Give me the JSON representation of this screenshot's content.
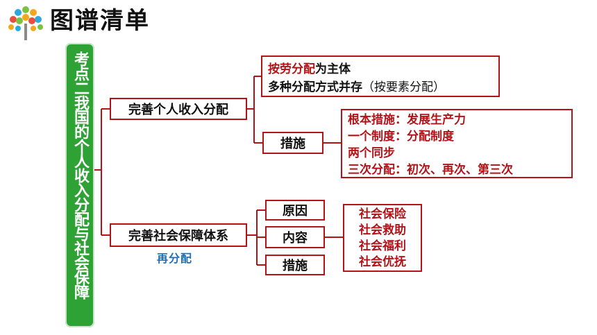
{
  "header": {
    "title": "图谱清单"
  },
  "root": {
    "label": "考点二我国的个人收入分配与社会保障"
  },
  "branch1": {
    "label": "完善个人收入分配",
    "box_a": {
      "line1_red": "按劳分配",
      "line1_rest": "为主体",
      "line2_main": "多种分配方式并存",
      "line2_paren": "（按要素分配）"
    },
    "measures": {
      "label": "措施",
      "items": [
        {
          "red": "根本措施：发展生产力"
        },
        {
          "red": "一个制度：分配制度"
        },
        {
          "red": "两个同步"
        },
        {
          "red": "三次分配：初次、再次、第三次"
        }
      ]
    }
  },
  "branch2": {
    "label": "完善社会保障体系",
    "note": "再分配",
    "children": [
      "原因",
      "内容",
      "措施"
    ],
    "content_items": [
      "社会保险",
      "社会救助",
      "社会福利",
      "社会优抚"
    ]
  },
  "colors": {
    "accent_red": "#b31217",
    "root_green": "#2fa236",
    "note_blue": "#1f6fb5"
  }
}
